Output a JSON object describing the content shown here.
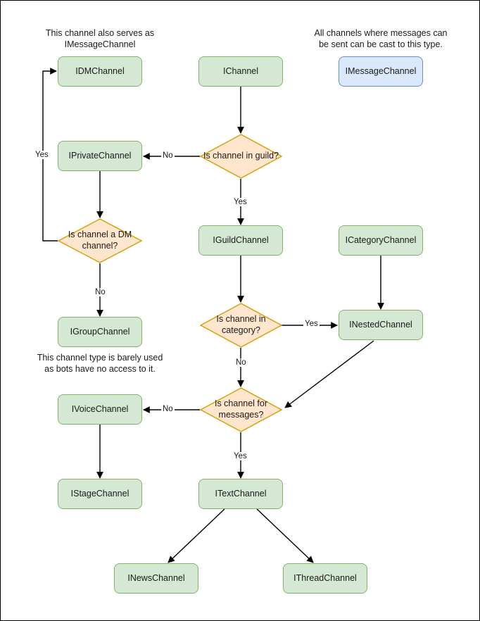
{
  "diagram": {
    "title": "Discord channel interface hierarchy flowchart",
    "colors": {
      "green_fill": "#d5e8d4",
      "green_stroke": "#82b366",
      "orange_fill": "#ffe6cc",
      "orange_stroke": "#d79b00",
      "blue_fill": "#dae8fc",
      "blue_stroke": "#6c8ebf",
      "edge_stroke": "#000000",
      "text": "#1a1a1a",
      "background": "#ffffff"
    },
    "notes": [
      {
        "id": "note-dm",
        "text": "This channel also serves as IMessageChannel"
      },
      {
        "id": "note-message",
        "text": "All channels where messages can be sent can be cast to this type."
      },
      {
        "id": "note-group",
        "text": "This channel type is barely used as bots have no access to it."
      }
    ],
    "nodes": [
      {
        "id": "idmchannel",
        "label": "IDMChannel",
        "shape": "box",
        "style": "green"
      },
      {
        "id": "ichannel",
        "label": "IChannel",
        "shape": "box",
        "style": "green"
      },
      {
        "id": "imessagechannel",
        "label": "IMessageChannel",
        "shape": "box",
        "style": "blue"
      },
      {
        "id": "iprivatechannel",
        "label": "IPrivateChannel",
        "shape": "box",
        "style": "green"
      },
      {
        "id": "q-in-guild",
        "label": "Is channel in guild?",
        "shape": "decision",
        "style": "orange"
      },
      {
        "id": "q-dm",
        "label": "Is channel a DM channel?",
        "shape": "decision",
        "style": "orange"
      },
      {
        "id": "iguildchannel",
        "label": "IGuildChannel",
        "shape": "box",
        "style": "green"
      },
      {
        "id": "icategorychannel",
        "label": "ICategoryChannel",
        "shape": "box",
        "style": "green"
      },
      {
        "id": "igroupchannel",
        "label": "IGroupChannel",
        "shape": "box",
        "style": "green"
      },
      {
        "id": "q-in-category",
        "label": "Is channel in category?",
        "shape": "decision",
        "style": "orange"
      },
      {
        "id": "inestedchannel",
        "label": "INestedChannel",
        "shape": "box",
        "style": "green"
      },
      {
        "id": "q-for-messages",
        "label": "Is channel for messages?",
        "shape": "decision",
        "style": "orange"
      },
      {
        "id": "ivoicechannel",
        "label": "IVoiceChannel",
        "shape": "box",
        "style": "green"
      },
      {
        "id": "istagechannel",
        "label": "IStageChannel",
        "shape": "box",
        "style": "green"
      },
      {
        "id": "itextchannel",
        "label": "ITextChannel",
        "shape": "box",
        "style": "green"
      },
      {
        "id": "inewschannel",
        "label": "INewsChannel",
        "shape": "box",
        "style": "green"
      },
      {
        "id": "ithreadchannel",
        "label": "IThreadChannel",
        "shape": "box",
        "style": "green"
      }
    ],
    "edges": [
      {
        "id": "e-ichannel-guild",
        "from": "ichannel",
        "to": "q-in-guild",
        "label": ""
      },
      {
        "id": "e-guild-no",
        "from": "q-in-guild",
        "to": "iprivatechannel",
        "label": "No"
      },
      {
        "id": "e-guild-yes",
        "from": "q-in-guild",
        "to": "iguildchannel",
        "label": "Yes"
      },
      {
        "id": "e-private-dm",
        "from": "iprivatechannel",
        "to": "q-dm",
        "label": ""
      },
      {
        "id": "e-dm-yes",
        "from": "q-dm",
        "to": "idmchannel",
        "label": "Yes"
      },
      {
        "id": "e-dm-no",
        "from": "q-dm",
        "to": "igroupchannel",
        "label": "No"
      },
      {
        "id": "e-guildchannel-category",
        "from": "iguildchannel",
        "to": "q-in-category",
        "label": ""
      },
      {
        "id": "e-category-yes",
        "from": "q-in-category",
        "to": "inestedchannel",
        "label": "Yes"
      },
      {
        "id": "e-category-no",
        "from": "q-in-category",
        "to": "q-for-messages",
        "label": "No"
      },
      {
        "id": "e-categorychannel-nested",
        "from": "icategorychannel",
        "to": "inestedchannel",
        "label": ""
      },
      {
        "id": "e-nested-messages",
        "from": "inestedchannel",
        "to": "q-for-messages",
        "label": ""
      },
      {
        "id": "e-messages-no",
        "from": "q-for-messages",
        "to": "ivoicechannel",
        "label": "No"
      },
      {
        "id": "e-messages-yes",
        "from": "q-for-messages",
        "to": "itextchannel",
        "label": "Yes"
      },
      {
        "id": "e-voice-stage",
        "from": "ivoicechannel",
        "to": "istagechannel",
        "label": ""
      },
      {
        "id": "e-text-news",
        "from": "itextchannel",
        "to": "inewschannel",
        "label": ""
      },
      {
        "id": "e-text-thread",
        "from": "itextchannel",
        "to": "ithreadchannel",
        "label": ""
      }
    ],
    "edge_labels": {
      "guild_no": "No",
      "guild_yes": "Yes",
      "dm_yes": "Yes",
      "dm_no": "No",
      "category_yes": "Yes",
      "category_no": "No",
      "messages_no": "No",
      "messages_yes": "Yes"
    }
  }
}
